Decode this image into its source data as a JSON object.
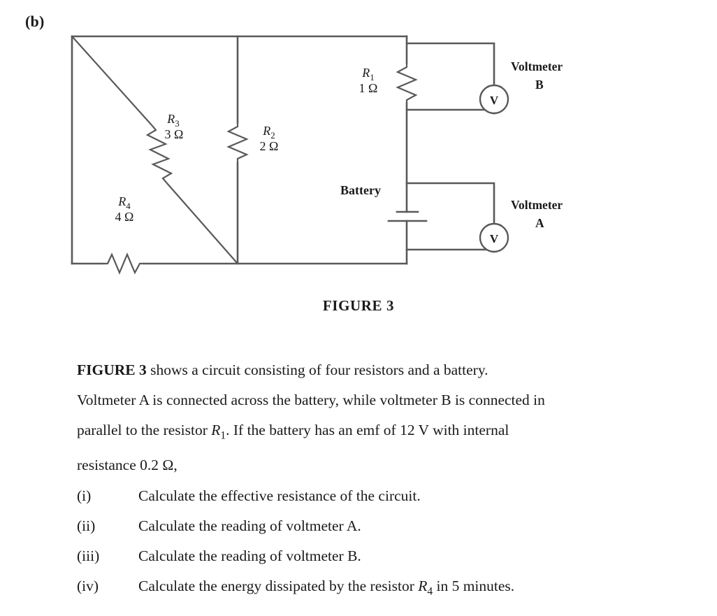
{
  "part": {
    "label": "(b)"
  },
  "figure": {
    "caption": "FIGURE 3",
    "components": {
      "r1": {
        "name": "R",
        "subscript": "1",
        "value": "1 Ω"
      },
      "r2": {
        "name": "R",
        "subscript": "2",
        "value": "2 Ω"
      },
      "r3": {
        "name": "R",
        "subscript": "3",
        "value": "3 Ω"
      },
      "r4": {
        "name": "R",
        "subscript": "4",
        "value": "4 Ω"
      },
      "battery": {
        "label": "Battery"
      },
      "voltmeter_b": {
        "label_line1": "Voltmeter",
        "label_line2": "B",
        "symbol": "V"
      },
      "voltmeter_a": {
        "label_line1": "Voltmeter",
        "label_line2": "A",
        "symbol": "V"
      }
    }
  },
  "prose": {
    "line1_bold": "FIGURE 3",
    "line1_rest": " shows a circuit consisting of four resistors and a battery.",
    "line2": "Voltmeter A is connected across the battery, while voltmeter B is connected in",
    "line3_a": "parallel to the resistor ",
    "line3_var": "R",
    "line3_sub": "1",
    "line3_b": ". If the battery has an emf of 12 V with internal",
    "line4": "resistance 0.2 Ω,"
  },
  "items": [
    {
      "marker": "(i)",
      "text_a": "Calculate the effective resistance of the circuit.",
      "var": "",
      "sub": "",
      "text_b": ""
    },
    {
      "marker": "(ii)",
      "text_a": "Calculate the reading of voltmeter A.",
      "var": "",
      "sub": "",
      "text_b": ""
    },
    {
      "marker": "(iii)",
      "text_a": "Calculate the reading of voltmeter B.",
      "var": "",
      "sub": "",
      "text_b": ""
    },
    {
      "marker": "(iv)",
      "text_a": "Calculate the energy dissipated by the resistor ",
      "var": "R",
      "sub": "4",
      "text_b": " in 5 minutes."
    }
  ],
  "colors": {
    "wire": "#58595b",
    "text": "#1a1a1a",
    "background": "#ffffff"
  }
}
